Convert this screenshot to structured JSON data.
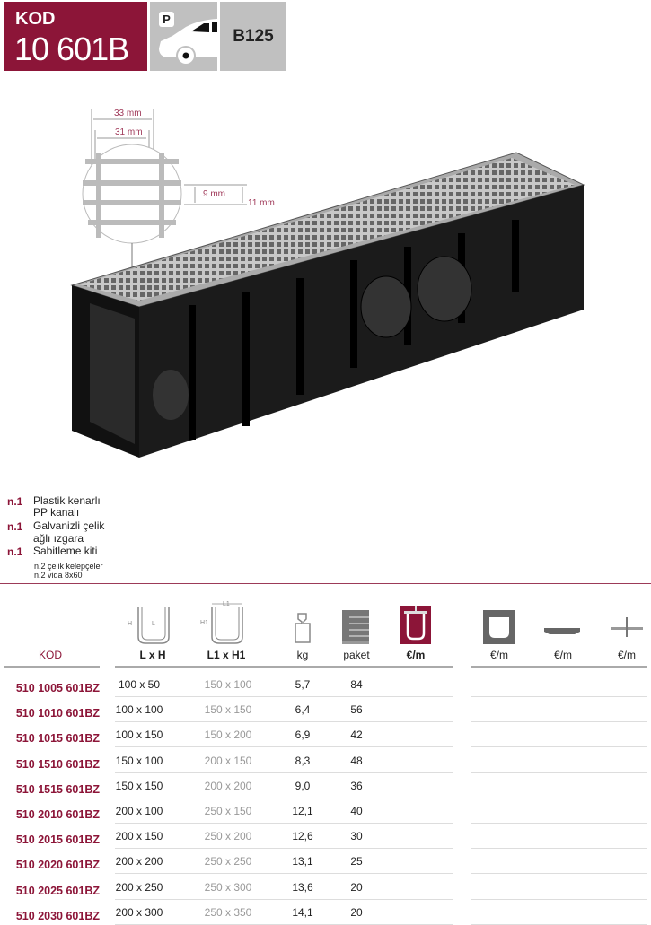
{
  "header": {
    "kod_label": "KOD",
    "code": "10 601B",
    "parking_badge": "P",
    "load_class": "B125"
  },
  "diagram": {
    "dim_33": "33 mm",
    "dim_31": "31 mm",
    "dim_9": "9 mm",
    "dim_11": "11 mm"
  },
  "features": [
    {
      "qty": "n.1",
      "text": [
        "Plastik kenarlı",
        "PP kanalı"
      ]
    },
    {
      "qty": "n.1",
      "text": [
        "Galvanizli çelik",
        "ağlı ızgara"
      ]
    },
    {
      "qty": "n.1",
      "text": [
        "Sabitleme kiti"
      ],
      "sub": [
        "n.2 çelik kelepçeler",
        "n.2 vida 8x60"
      ]
    }
  ],
  "table": {
    "headers": {
      "kod": "KOD",
      "lxh": "L x H",
      "l1xh1": "L1 x H1",
      "kg": "kg",
      "paket": "paket",
      "eur_main": "€/m",
      "eur_a": "€/m",
      "eur_b": "€/m",
      "eur_c": "€/m",
      "icon_h": "H",
      "icon_l": "L",
      "icon_l1": "L1",
      "icon_h1": "H1"
    },
    "rows": [
      {
        "kod": "510 1005 601BZ",
        "lxh": "100 x 50",
        "l1xh1": "150 x 100",
        "kg": "5,7",
        "paket": "84"
      },
      {
        "kod": "510 1010 601BZ",
        "lxh": "100 x 100",
        "l1xh1": "150 x 150",
        "kg": "6,4",
        "paket": "56"
      },
      {
        "kod": "510 1015 601BZ",
        "lxh": "100 x 150",
        "l1xh1": "150 x 200",
        "kg": "6,9",
        "paket": "42"
      },
      {
        "kod": "510 1510 601BZ",
        "lxh": "150 x 100",
        "l1xh1": "200 x 150",
        "kg": "8,3",
        "paket": "48"
      },
      {
        "kod": "510 1515 601BZ",
        "lxh": "150 x 150",
        "l1xh1": "200 x 200",
        "kg": "9,0",
        "paket": "36"
      },
      {
        "kod": "510 2010 601BZ",
        "lxh": "200 x 100",
        "l1xh1": "250 x 150",
        "kg": "12,1",
        "paket": "40"
      },
      {
        "kod": "510 2015 601BZ",
        "lxh": "200 x 150",
        "l1xh1": "250 x 200",
        "kg": "12,6",
        "paket": "30"
      },
      {
        "kod": "510 2020 601BZ",
        "lxh": "200 x 200",
        "l1xh1": "250 x 250",
        "kg": "13,1",
        "paket": "25"
      },
      {
        "kod": "510 2025 601BZ",
        "lxh": "200 x 250",
        "l1xh1": "250 x 300",
        "kg": "13,6",
        "paket": "20"
      },
      {
        "kod": "510 2030 601BZ",
        "lxh": "200 x 300",
        "l1xh1": "250 x 350",
        "kg": "14,1",
        "paket": "20"
      }
    ]
  },
  "colors": {
    "brand": "#8c1538",
    "badge": "#c0c0c0"
  }
}
